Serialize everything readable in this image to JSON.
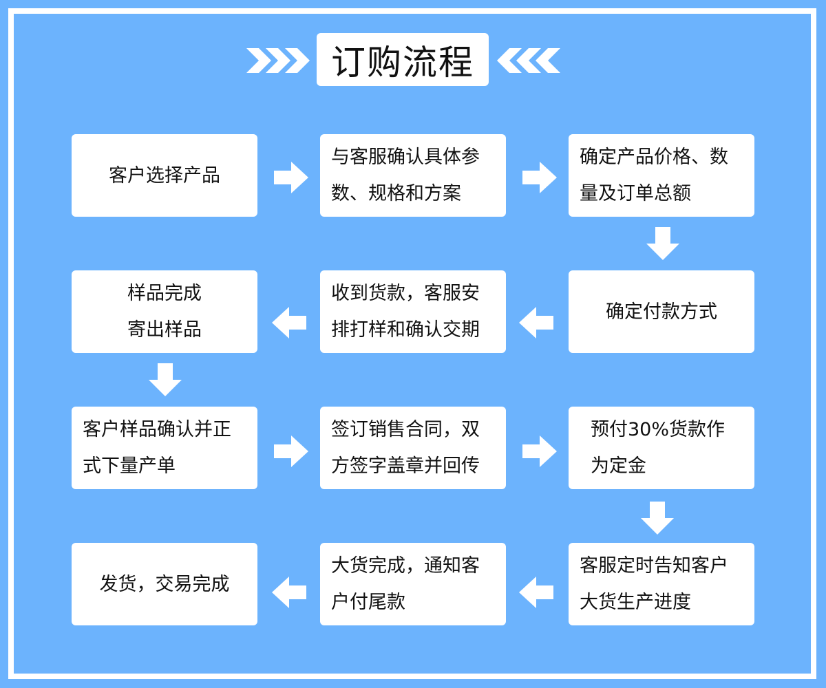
{
  "title": "订购流程",
  "colors": {
    "background": "#6cb3fd",
    "box": "#ffffff",
    "arrow": "#ffffff",
    "text": "#111111"
  },
  "steps": [
    {
      "lines": [
        "客户选择产品"
      ]
    },
    {
      "lines": [
        "与客服确认具体参",
        "数、规格和方案"
      ]
    },
    {
      "lines": [
        "确定产品价格、数",
        "量及订单总额"
      ]
    },
    {
      "lines": [
        "确定付款方式"
      ]
    },
    {
      "lines": [
        "收到货款，客服安",
        "排打样和确认交期"
      ]
    },
    {
      "lines": [
        "样品完成",
        "寄出样品"
      ]
    },
    {
      "lines": [
        "客户样品确认并正",
        "式下量产单"
      ]
    },
    {
      "lines": [
        "签订销售合同，双",
        "方签字盖章并回传"
      ]
    },
    {
      "lines": [
        "预付30%货款作",
        "为定金"
      ]
    },
    {
      "lines": [
        "客服定时告知客户",
        "大货生产进度"
      ]
    },
    {
      "lines": [
        "大货完成，通知客",
        "户付尾款"
      ]
    },
    {
      "lines": [
        "发货，交易完成"
      ]
    }
  ]
}
